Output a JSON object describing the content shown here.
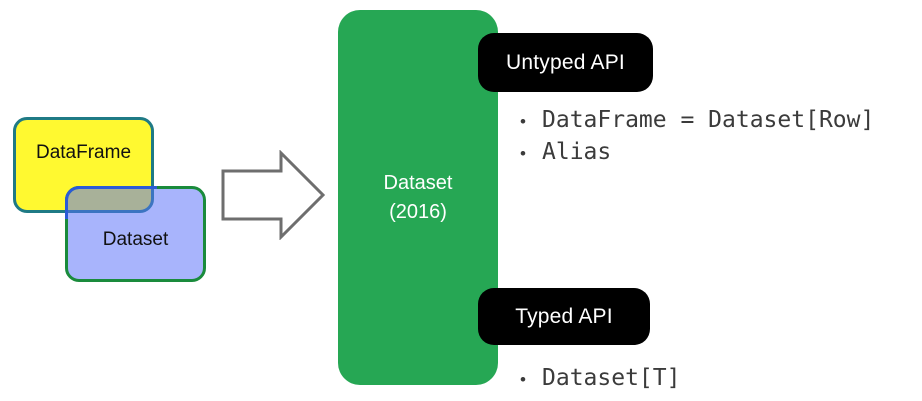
{
  "diagram": {
    "title": "Spark Dataset API diagram",
    "colors": {
      "yellow_fill": "#fff930",
      "yellow_border": "#1f7a85",
      "blue_fill": "#8ba1fb",
      "blue_border": "#1a8b3c",
      "overlap_fill": "#869e9c",
      "green_fill": "#26a754",
      "pill_fill": "#000000",
      "pill_text": "#ffffff",
      "bullet_text": "#3b3b3b",
      "arrow_stroke": "#6e6e6e",
      "arrow_fill": "#ffffff",
      "background": "#ffffff"
    },
    "legacy": {
      "dataframe_label": "DataFrame",
      "dataset_label": "Dataset"
    },
    "arrow": {
      "icon": "right-block-arrow-icon"
    },
    "unified": {
      "line1": "Dataset",
      "line2": "(2016)"
    },
    "sections": [
      {
        "pill_label": "Untyped API",
        "bullets": [
          "DataFrame = Dataset[Row]",
          "Alias"
        ]
      },
      {
        "pill_label": "Typed API",
        "bullets": [
          "Dataset[T]"
        ]
      }
    ],
    "bullet_glyph": "•"
  }
}
